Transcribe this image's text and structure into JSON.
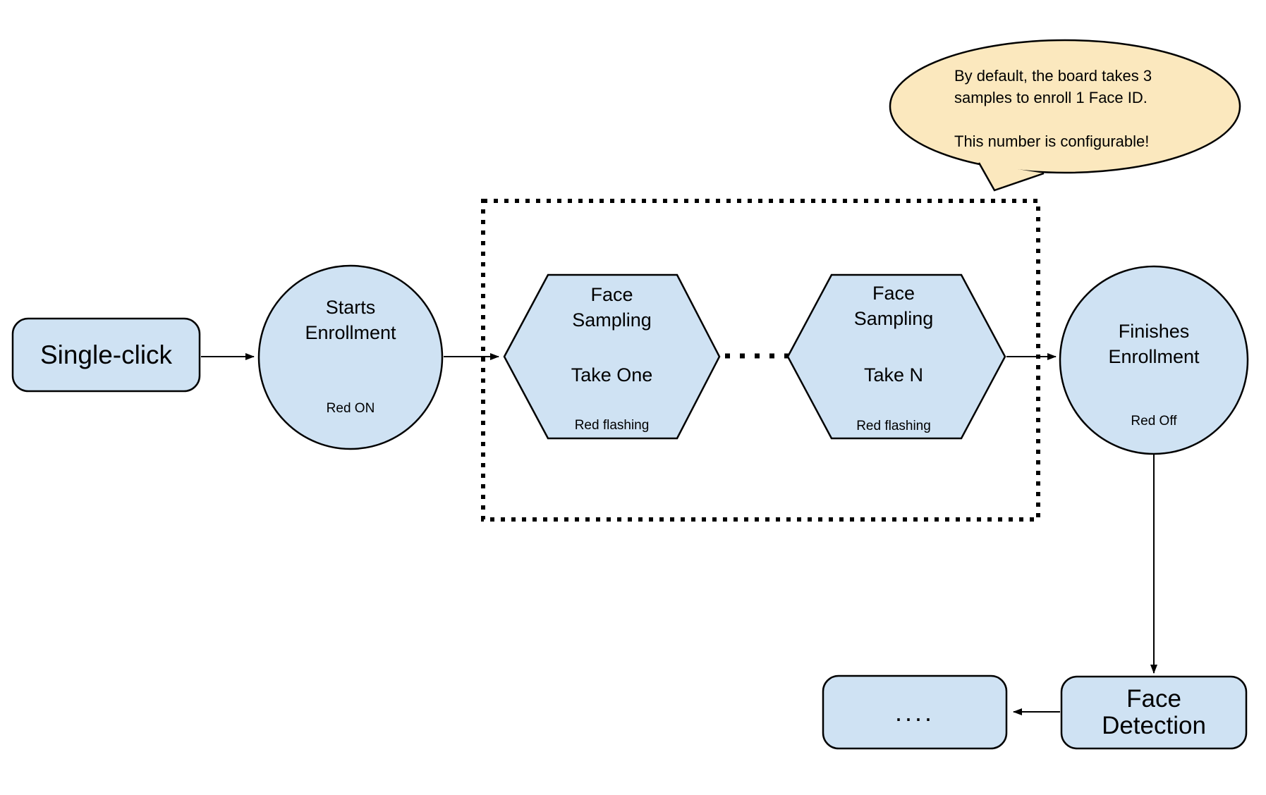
{
  "canvas": {
    "background": "#ffffff"
  },
  "colors": {
    "node_fill": "#cfe2f3",
    "node_stroke": "#000000",
    "connector": "#000000",
    "callout_fill": "#fbe8be"
  },
  "flow": {
    "single_click": {
      "label": "Single-click"
    },
    "starts_enrollment": {
      "line1": "Starts",
      "line2": "Enrollment",
      "status": "Red ON"
    },
    "face_sampling_one": {
      "line1": "Face",
      "line2": "Sampling",
      "take": "Take One",
      "status": "Red flashing"
    },
    "face_sampling_n": {
      "line1": "Face",
      "line2": "Sampling",
      "take": "Take N",
      "status": "Red flashing"
    },
    "finishes_enrollment": {
      "line1": "Finishes",
      "line2": "Enrollment",
      "status": "Red Off"
    },
    "face_detection": {
      "line1": "Face",
      "line2": "Detection"
    },
    "continuation": {
      "label": "...."
    }
  },
  "callout": {
    "line1": "By default, the board takes 3",
    "line2": "samples to enroll 1 Face ID.",
    "line3": "This number is configurable!"
  }
}
